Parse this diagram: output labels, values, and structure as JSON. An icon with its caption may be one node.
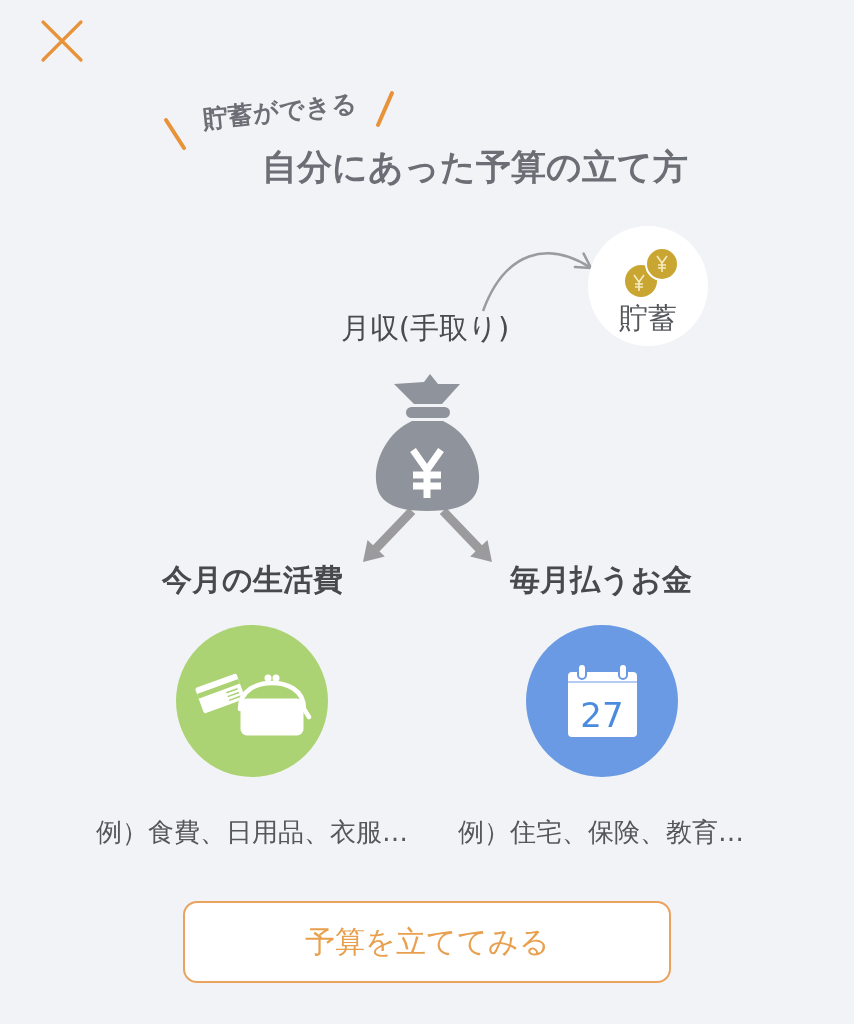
{
  "diagram": {
    "title": "自分にあった予算の立て方",
    "nodes": [
      {
        "text": [
          "月収(手取り)"
        ]
      },
      {
        "text": [
          "貯蓄"
        ]
      },
      {
        "text": [
          "今月の生活費"
        ],
        "beside": [
          "例）食費、日用品、衣服…"
        ]
      },
      {
        "text": [
          "毎月払うお金"
        ],
        "beside": [
          "例）住宅、保険、教育…"
        ]
      }
    ],
    "edges": [
      {
        "from": 0,
        "to": 1,
        "arrow": "to"
      },
      {
        "from": 0,
        "to": 2,
        "arrow": "to"
      },
      {
        "from": 0,
        "to": 3,
        "arrow": "to"
      }
    ],
    "labels": [
      "貯蓄ができる",
      "27",
      "予算を立ててみる"
    ]
  }
}
